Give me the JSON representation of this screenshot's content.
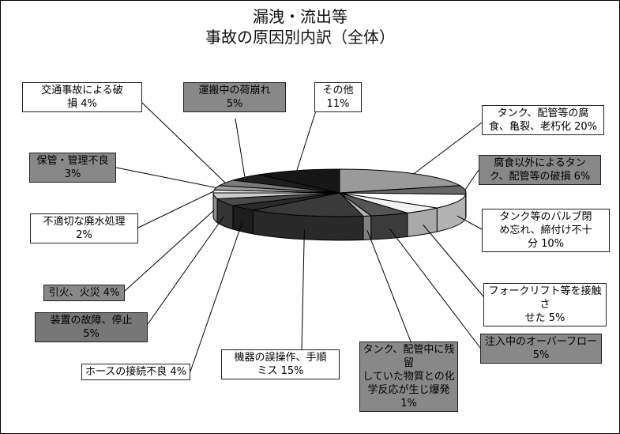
{
  "title": [
    "漏洩・流出等",
    "事故の原因別内訳（全体）"
  ],
  "chart_data": {
    "type": "pie",
    "title": "漏洩・流出等 事故の原因別内訳（全体）",
    "unit": "%",
    "slices": [
      {
        "label": [
          "タンク、配管等の腐",
          "食、亀裂、老朽化 20%"
        ],
        "value": 20,
        "color": "#9a9a9a"
      },
      {
        "label": [
          "腐食以外によるタン",
          "ク、配管等の破損 6%"
        ],
        "value": 6,
        "color": "#666666"
      },
      {
        "label": [
          "タンク等のバルブ閉",
          "め忘れ、締付け不十",
          "分 10%"
        ],
        "value": 10,
        "color": "#ffffff"
      },
      {
        "label": [
          "フォークリフト等を接触さ",
          "せた 5%"
        ],
        "value": 5,
        "color": "#f2f2f2"
      },
      {
        "label": [
          "注入中のオーバーフロー",
          "5%"
        ],
        "value": 5,
        "color": "#555555"
      },
      {
        "label": [
          "タンク、配管中に残留",
          "していた物質との化",
          "学反応が生じ爆発1%"
        ],
        "value": 1,
        "color": "#b5b5b5"
      },
      {
        "label": [
          "機器の誤操作、手順",
          "ミス 15%"
        ],
        "value": 15,
        "color": "#3a3a3a"
      },
      {
        "label": [
          "ホースの接続不良 4%"
        ],
        "value": 4,
        "color": "#2a2a2a"
      },
      {
        "label": [
          "装置の故障、停止",
          "5%"
        ],
        "value": 5,
        "color": "#4a4a4a"
      },
      {
        "label": [
          "引火、火災 4%"
        ],
        "value": 4,
        "color": "#cccccc"
      },
      {
        "label": [
          "不適切な廃水処理",
          "2%"
        ],
        "value": 2,
        "color": "#eeeeee"
      },
      {
        "label": [
          "保管・管理不良",
          "3%"
        ],
        "value": 3,
        "color": "#a0a0a0"
      },
      {
        "label": [
          "交通事故による破",
          "損 4%"
        ],
        "value": 4,
        "color": "#7a7a7a"
      },
      {
        "label": [
          "運搬中の荷崩れ",
          "5%"
        ],
        "value": 5,
        "color": "#1e1e1e"
      },
      {
        "label": [
          "その他",
          "11%"
        ],
        "value": 11,
        "color": "#161616"
      }
    ]
  }
}
